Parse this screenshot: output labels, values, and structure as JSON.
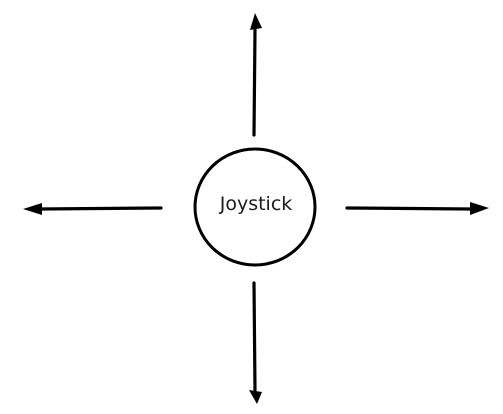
{
  "joystick": {
    "label": "Joystick"
  },
  "arrows": [
    {
      "direction": "up"
    },
    {
      "direction": "down"
    },
    {
      "direction": "left"
    },
    {
      "direction": "right"
    }
  ],
  "colors": {
    "stroke": "#000000",
    "background": "#ffffff",
    "text": "#1c1c1c"
  }
}
